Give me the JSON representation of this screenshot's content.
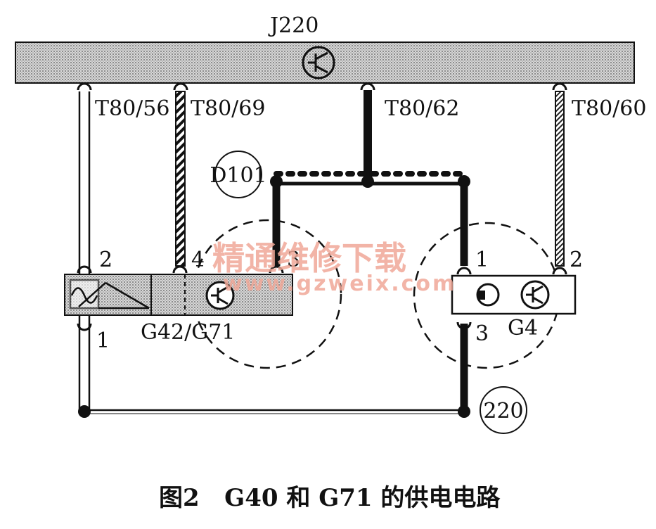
{
  "diagram": {
    "ecu_label": "J220",
    "pins": {
      "t56": "T80/56",
      "t69": "T80/69",
      "t62": "T80/62",
      "t60": "T80/60"
    },
    "nodes": {
      "d101": "D101",
      "g220": "220"
    },
    "sensor_left": {
      "label": "G42/G71",
      "pin2": "2",
      "pin4": "4",
      "pin3": "3",
      "pin1": "1"
    },
    "sensor_right": {
      "label": "G4",
      "pin1": "1",
      "pin2": "2",
      "pin3": "3"
    },
    "watermark": {
      "line1": "精通维修下载",
      "line2": "www.gzweix.com"
    },
    "caption": "图2   G40 和 G71 的供电电路"
  }
}
